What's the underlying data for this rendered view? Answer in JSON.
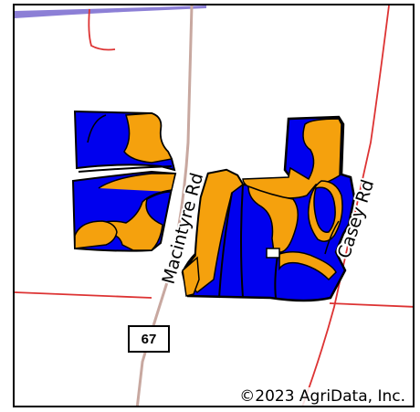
{
  "map": {
    "roads": {
      "macintyre": "Macintyre Rd",
      "casey": "Casey Rd"
    },
    "route_shield": "67",
    "copyright": "©2023 AgriData, Inc.",
    "colors": {
      "zone_blue": "#0000ee",
      "zone_orange": "#f5a10d",
      "road_gray": "#c8a8a0",
      "road_red": "#dd3333",
      "water_purple": "#8c7fd6",
      "outline": "#000000"
    }
  }
}
